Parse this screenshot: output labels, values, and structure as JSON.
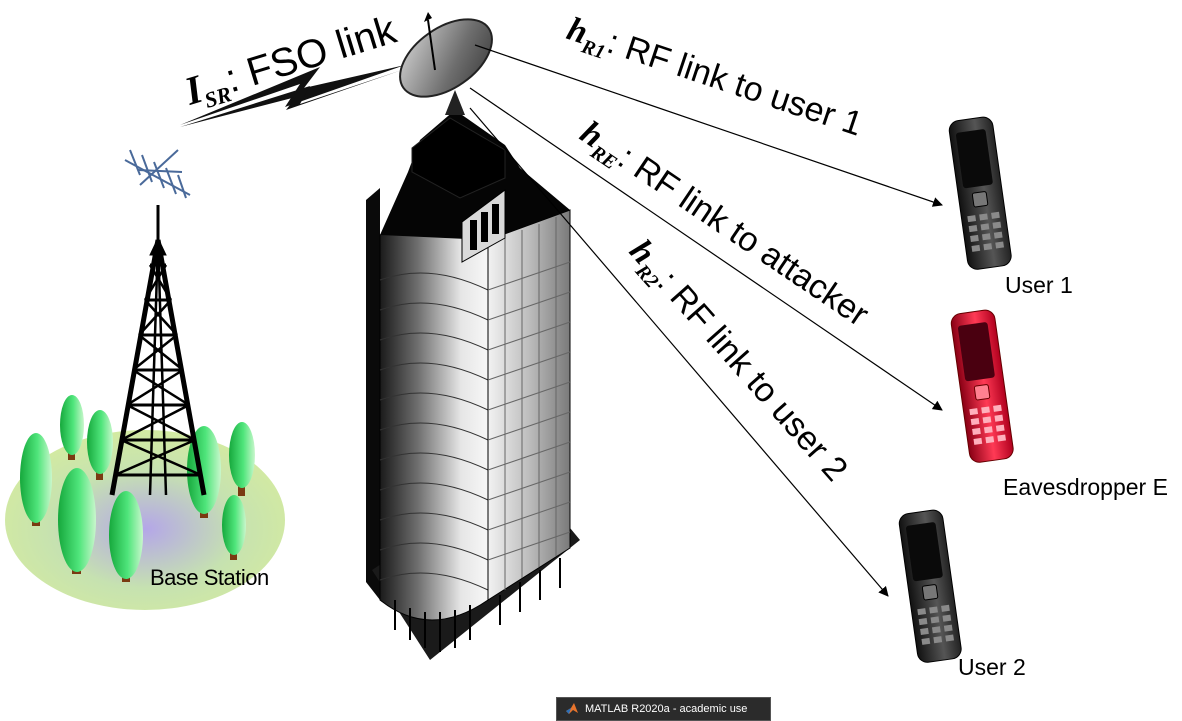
{
  "links": {
    "fso": {
      "symbol": "I",
      "subscript": "SR",
      "text": ": FSO link"
    },
    "r1": {
      "symbol": "h",
      "subscript": "R1",
      "text": ": RF link to user 1"
    },
    "re": {
      "symbol": "h",
      "subscript": "RE",
      "text": ": RF link to attacker"
    },
    "r2": {
      "symbol": "h",
      "subscript": "R2",
      "text": ": RF link to user 2"
    }
  },
  "nodes": {
    "base_station": "Base Station",
    "user1": "User 1",
    "eavesdropper": "Eavesdropper E",
    "user2": "User 2"
  },
  "taskbar": {
    "label": "MATLAB R2020a - academic use",
    "icon": "matlab-icon"
  },
  "colors": {
    "attacker_phone": "#d0102a",
    "user_phone": "#2a2a2a",
    "tree_green": "#2fcf5a",
    "ground": "#c8e6a0"
  }
}
